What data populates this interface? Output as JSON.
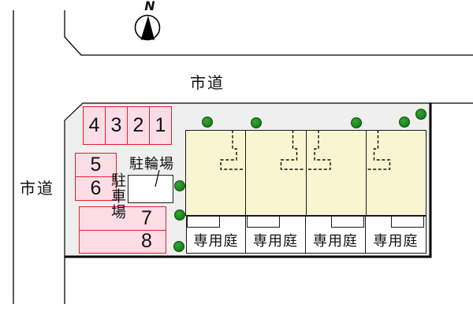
{
  "compass": {
    "north_label": "N"
  },
  "roads": {
    "top_label": "市道",
    "left_label": "市道"
  },
  "parking": {
    "top_row_spaces": [
      "4",
      "3",
      "2",
      "1"
    ],
    "mid_spaces": [
      "5",
      "6"
    ],
    "bottom_spaces": [
      "7",
      "8"
    ],
    "car_lot_label": "駐車場",
    "bicycle_lot_label": "駐輪場"
  },
  "units": {
    "count": 4,
    "garden_label": "専用庭"
  },
  "trees": {
    "count": 8,
    "icon": "tree-icon"
  },
  "colors": {
    "site_background": "#efefef",
    "parking_fill": "#fcdde6",
    "parking_border": "#e0212f",
    "building_fill": "#faf5d1",
    "garden_fill": "#ffffff",
    "tree_green": "#1f8a1f",
    "line_black": "#000000"
  }
}
